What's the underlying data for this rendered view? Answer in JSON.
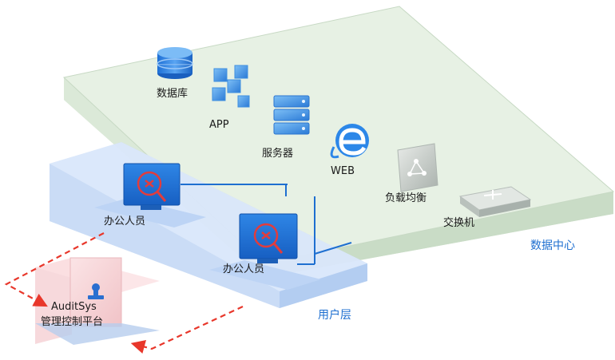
{
  "data_center": {
    "label": "数据中心",
    "items": [
      {
        "label": "数据库",
        "icon": "database-icon"
      },
      {
        "label": "APP",
        "icon": "app-blocks-icon"
      },
      {
        "label": "服务器",
        "icon": "server-icon"
      },
      {
        "label": "WEB",
        "icon": "web-e-icon"
      },
      {
        "label": "负载均衡",
        "icon": "load-balancer-icon"
      },
      {
        "label": "交换机",
        "icon": "switch-icon"
      }
    ]
  },
  "user_layer": {
    "label": "用户层",
    "workstations": [
      {
        "label": "办公人员"
      },
      {
        "label": "办公人员"
      }
    ]
  },
  "audit_console": {
    "name": "AuditSys",
    "subtitle": "管理控制平台"
  },
  "colors": {
    "accent_blue": "#1e6fd0",
    "dashed_red": "#e8372b",
    "dc_platform": "#e4efe1",
    "user_platform": "#cfe0f8",
    "audit_panel": "#f7d6d8"
  }
}
